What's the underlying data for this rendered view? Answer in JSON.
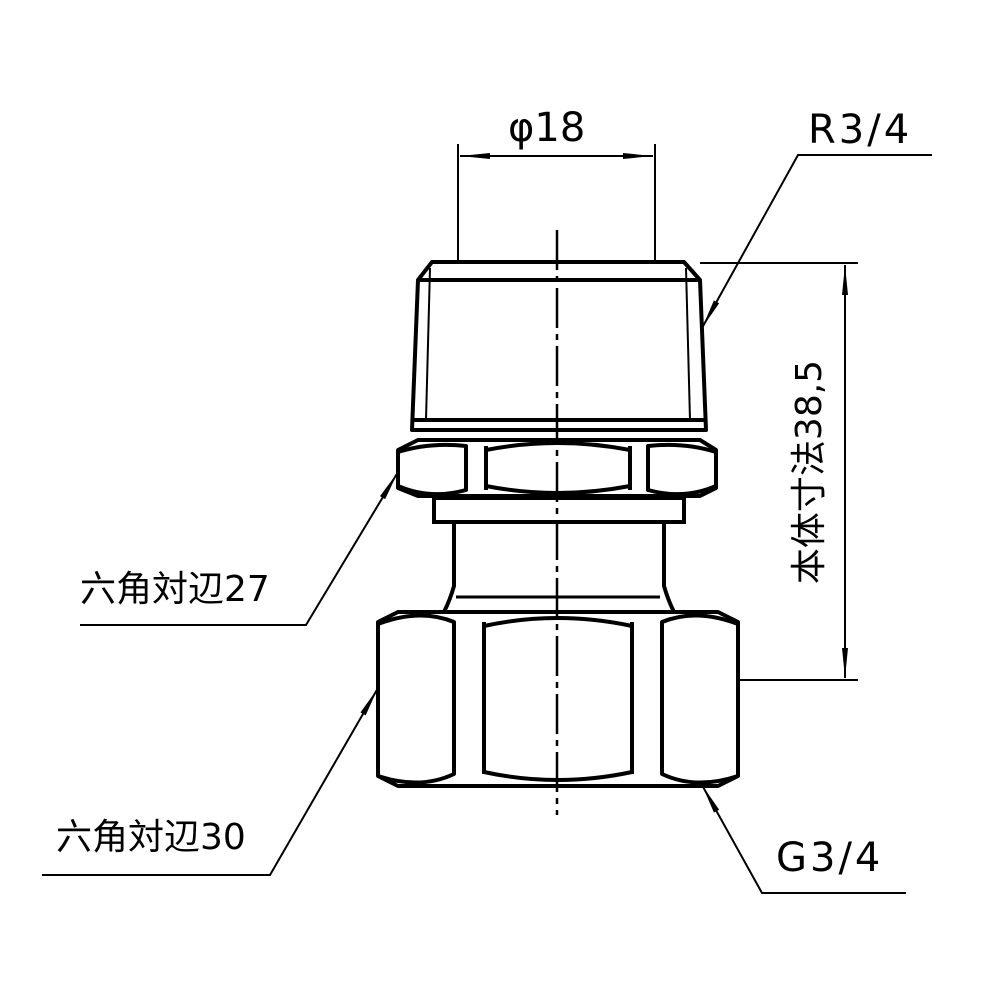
{
  "drawing": {
    "subject": "Pipe adapter fitting (R3/4 male to G3/4 female)",
    "colors": {
      "line": "#000000",
      "background": "#ffffff"
    },
    "annotations": {
      "diameter": "φ18",
      "male_thread": "R3/4",
      "body_length": "本体寸法38,5",
      "hex_upper": "六角対辺27",
      "hex_lower": "六角対辺30",
      "female_thread": "G3/4"
    }
  }
}
